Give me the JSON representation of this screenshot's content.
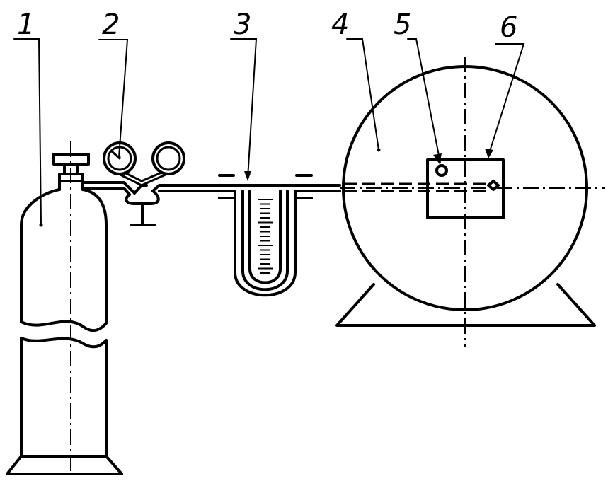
{
  "labels": [
    "1",
    "2",
    "3",
    "4",
    "5",
    "6"
  ]
}
